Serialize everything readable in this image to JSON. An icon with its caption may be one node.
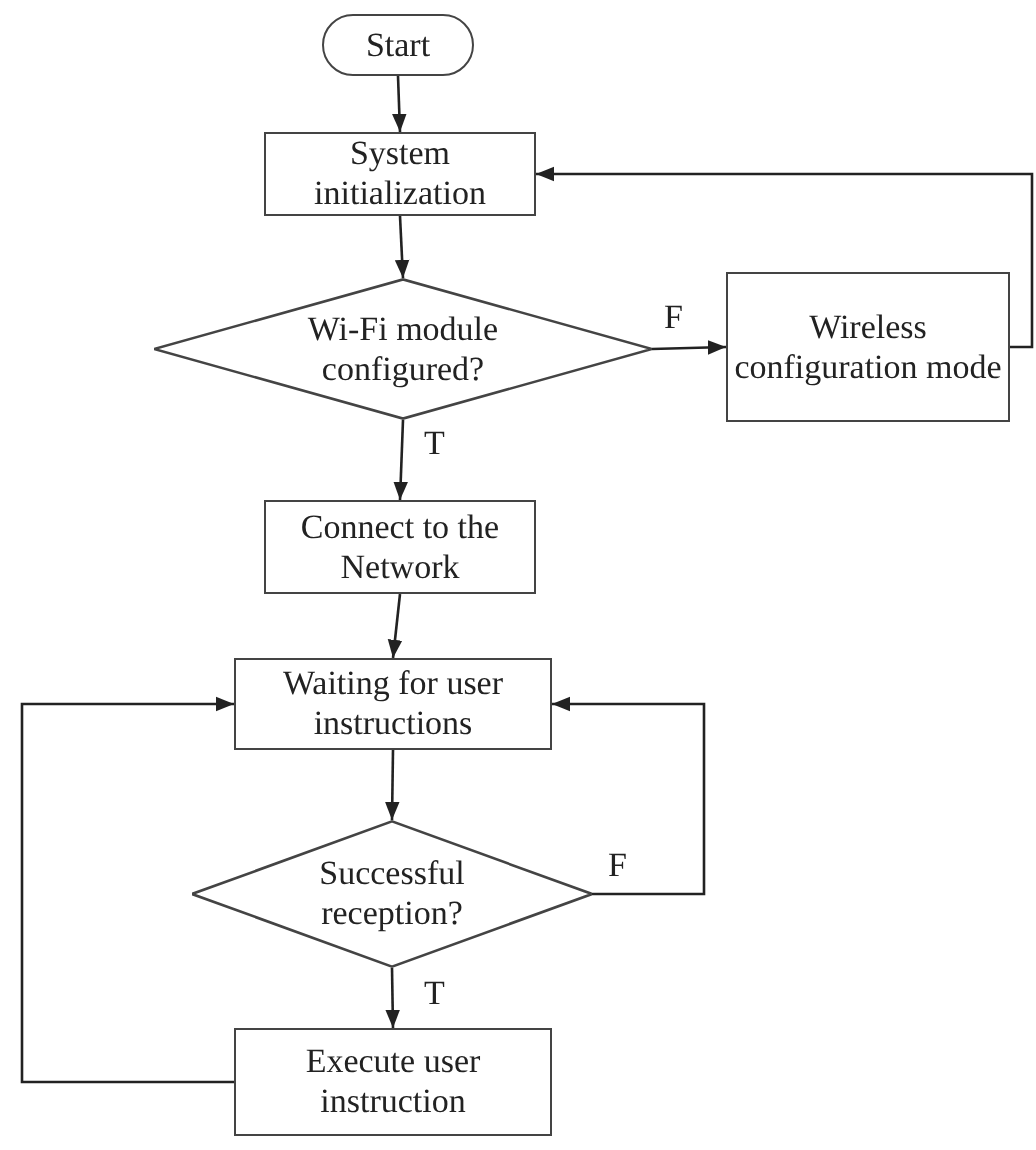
{
  "diagram": {
    "nodes": [
      {
        "text": [
          "Start"
        ]
      },
      {
        "text": [
          "System initialization"
        ]
      },
      {
        "text": [
          "Wi-Fi module configured?"
        ]
      },
      {
        "text": [
          "Wireless configuration mode"
        ]
      },
      {
        "text": [
          "Connect to the Network"
        ]
      },
      {
        "text": [
          "Waiting for user instructions"
        ]
      },
      {
        "text": [
          "Successful reception?"
        ]
      },
      {
        "text": [
          "Execute user instruction"
        ]
      }
    ],
    "edges": [
      {
        "from": 0,
        "to": 1,
        "arrow": "to"
      },
      {
        "from": 1,
        "to": 2,
        "arrow": "to"
      },
      {
        "from": 2,
        "to": 3,
        "arrow": "to",
        "label": "F"
      },
      {
        "from": 3,
        "to": 1,
        "arrow": "to"
      },
      {
        "from": 2,
        "to": 4,
        "arrow": "to",
        "label": "T"
      },
      {
        "from": 4,
        "to": 5,
        "arrow": "to"
      },
      {
        "from": 5,
        "to": 6,
        "arrow": "to"
      },
      {
        "from": 6,
        "to": 5,
        "arrow": "to",
        "label": "F"
      },
      {
        "from": 6,
        "to": 7,
        "arrow": "to",
        "label": "T"
      },
      {
        "from": 7,
        "to": 5,
        "arrow": "to"
      }
    ]
  }
}
